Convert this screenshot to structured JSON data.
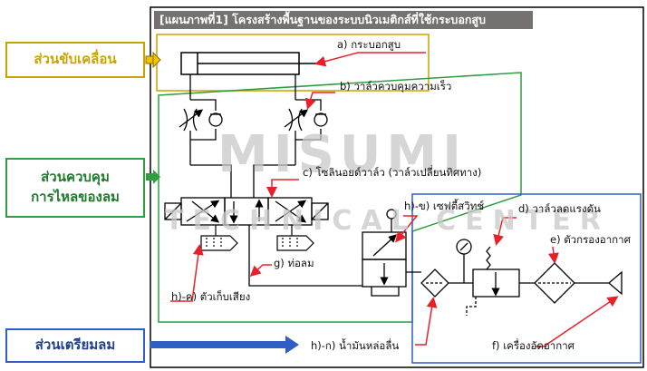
{
  "title": "[แผนภาพที่1]  โครงสร้างพื้นฐานของระบบนิวเมติกส์ที่ใช้กระบอกสูบ",
  "sections": {
    "actuator": "ส่วนขับเคลื่อน",
    "control_line1": "ส่วนควบคุม",
    "control_line2": "การไหลของลม",
    "air_prep": "ส่วนเตรียมลม"
  },
  "callouts": {
    "a": "a) กระบอกสูบ",
    "b": "b) วาล์วควบคุมความเร็ว",
    "c": "c) โซลินอยด์วาล์ว (วาล์วเปลี่ยนทิศทาง)",
    "hb": "h)-ข) เซฟตี้สวิทช์",
    "d": "d) วาล์วลดแรงดัน",
    "e": "e) ตัวกรองอากาศ",
    "g": "g) ท่อลม",
    "ha": "h)-ค) ตัวเก็บเสียง",
    "hk": "h)-ก) น้ำมันหล่อลื่น",
    "f": "f) เครื่องอัดอากาศ"
  },
  "watermark": {
    "line1": "MISUMI",
    "line2": "TECHNICAL CENTER"
  },
  "colors": {
    "actuator": "#C9A300",
    "control": "#2E9E3E",
    "air_prep": "#2F5FC4",
    "callout_line": "#E8202A",
    "title_bg": "#767171"
  }
}
